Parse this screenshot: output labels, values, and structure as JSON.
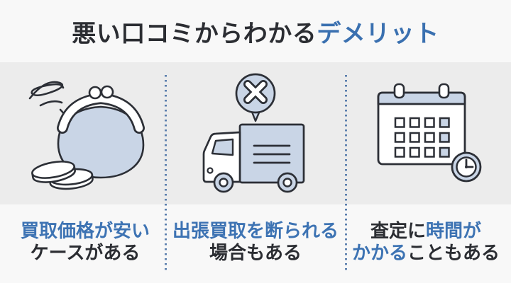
{
  "header": {
    "title": [
      {
        "text": "悪い口コミからわかる",
        "tone": "dark"
      },
      {
        "text": "デメリット",
        "tone": "accent"
      }
    ]
  },
  "columns": [
    {
      "icon": "coin-purse-icon",
      "caption_lines": [
        {
          "segments": [
            {
              "text": "買取価格が安い",
              "tone": "accent"
            }
          ]
        },
        {
          "segments": [
            {
              "text": "ケースがある",
              "tone": "dark"
            }
          ]
        }
      ]
    },
    {
      "icon": "refused-delivery-truck-icon",
      "caption_lines": [
        {
          "segments": [
            {
              "text": "出張買取を断られる",
              "tone": "accent"
            }
          ]
        },
        {
          "segments": [
            {
              "text": "場合もある",
              "tone": "dark"
            }
          ]
        }
      ]
    },
    {
      "icon": "calendar-clock-icon",
      "caption_lines": [
        {
          "segments": [
            {
              "text": "査定に",
              "tone": "dark"
            },
            {
              "text": "時間が",
              "tone": "accent"
            }
          ]
        },
        {
          "segments": [
            {
              "text": "かかる",
              "tone": "accent"
            },
            {
              "text": "こともある",
              "tone": "dark"
            }
          ]
        }
      ]
    }
  ],
  "colors": {
    "title_dark": "#2b2d32",
    "title_accent": "#3a70b0",
    "caption_accent": "#3d73b3",
    "page_background": "#f8f8f8",
    "panel_background": "#ececec",
    "icon_fill": "#c9d5e6",
    "icon_stroke": "#2c2f36",
    "divider_dot": "#5d80ae"
  }
}
